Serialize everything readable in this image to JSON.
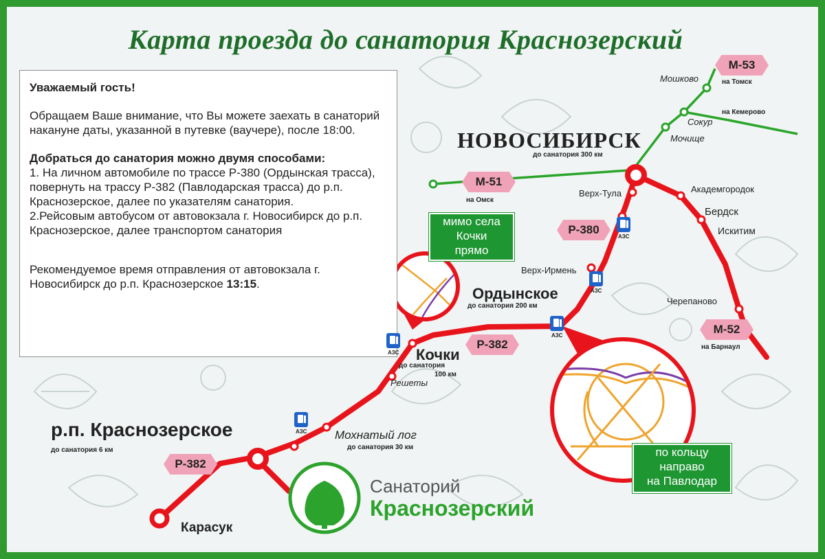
{
  "title": "Карта проезда до санатория Краснозерский",
  "note": {
    "greeting": "Уважаемый гость!",
    "intro": "Обращаем Ваше внимание, что Вы можете заехать в санаторий  накануне даты, указанной в путевке (ваучере), после 18:00.",
    "ways_heading": "Добраться до санатория можно двумя способами:",
    "way1": "1. На личном автомобиле по трассе Р-380 (Ордынская трасса), повернуть на трассу Р-382 (Павлодарская трасса) до р.п. Краснозерское, далее по указателям санатория.",
    "way2": "2.Рейсовым автобусом от автовокзала г. Новосибирск до р.п. Краснозерское, далее транспортом санатория",
    "recommend_prefix": "Рекомендуемое время отправления от автовокзала г. Новосибирск до р.п. Краснозерское",
    "recommend_time": "13:15",
    "recommend_suffix": "."
  },
  "cities": {
    "novosibirsk": {
      "name": "НОВОСИБИРСК",
      "dist": "до санатория 300 км"
    },
    "ordynskoe": {
      "name": "Ордынское",
      "dist": "до санатория 200 км"
    },
    "kochki": {
      "name": "Кочки",
      "dist_line1": "до санатория",
      "dist_line2": "100 км"
    },
    "krasnozerskoe": {
      "name": "р.п. Краснозерское",
      "dist": "до санатория 6 км"
    },
    "mokhnaty": {
      "name": "Мохнатый лог",
      "dist": "до санатория 30 км"
    },
    "karasuk": {
      "name": "Карасук"
    }
  },
  "places": [
    "Мошково",
    "Сокур",
    "Мочище",
    "Верх-Тула",
    "Академгородок",
    "Бердск",
    "Искитим",
    "Верх-Ирмень",
    "Черепаново",
    "Решеты"
  ],
  "road_badges": {
    "m53": "М-53",
    "m51": "М-51",
    "m52": "М-52",
    "r380": "Р-380",
    "r382_mid": "Р-382",
    "r382_left": "Р-382"
  },
  "directions": {
    "tomsk": "на Томск",
    "kemerovo": "на Кемерово",
    "omsk": "на Омск",
    "barnaul": "на Барнаул"
  },
  "callouts": {
    "kochki_straight": [
      "мимо села",
      "Кочки",
      "прямо"
    ],
    "roundabout": [
      "по кольцу",
      "направо",
      "на Павлодар"
    ]
  },
  "gas_label": "АЗС",
  "brand": {
    "prefix": "Санаторий",
    "name": "Краснозерский"
  },
  "colors": {
    "road_main": "#e8141c",
    "road_secondary": "#2aa52a",
    "badge": "#f0a3b8",
    "callout": "#1e9632",
    "title": "#1e6e2a",
    "gas": "#1f63c9"
  }
}
